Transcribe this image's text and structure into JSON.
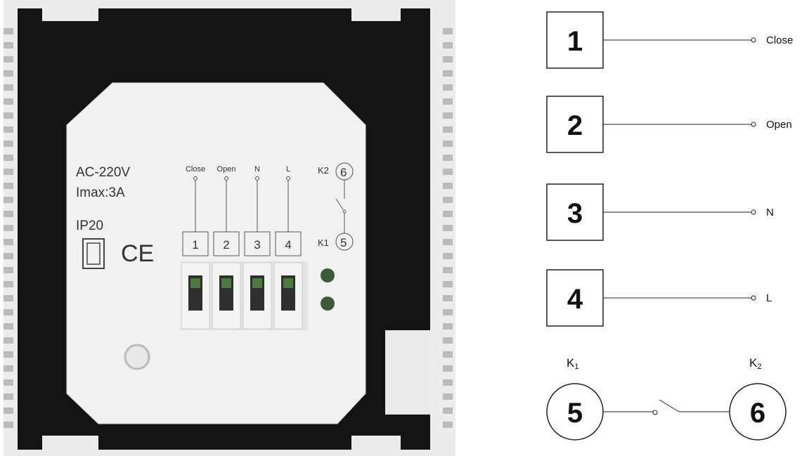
{
  "device": {
    "rating_voltage": "AC-220V",
    "rating_current": "Imax:3A",
    "ip_rating": "IP20",
    "ce_mark": "CE",
    "terminal_labels": [
      "Close",
      "Open",
      "N",
      "L"
    ],
    "terminal_numbers": [
      "1",
      "2",
      "3",
      "4"
    ],
    "relay_k2_label": "K2",
    "relay_k1_label": "K1",
    "relay_k2_number": "6",
    "relay_k1_number": "5"
  },
  "diagram": {
    "terminals": [
      {
        "number": "1",
        "label": "Close"
      },
      {
        "number": "2",
        "label": "Open"
      },
      {
        "number": "3",
        "label": "N"
      },
      {
        "number": "4",
        "label": "L"
      }
    ],
    "relay": {
      "k1_label": "K",
      "k1_sub": "1",
      "k1_number": "5",
      "k2_label": "K",
      "k2_sub": "2",
      "k2_number": "6"
    }
  }
}
